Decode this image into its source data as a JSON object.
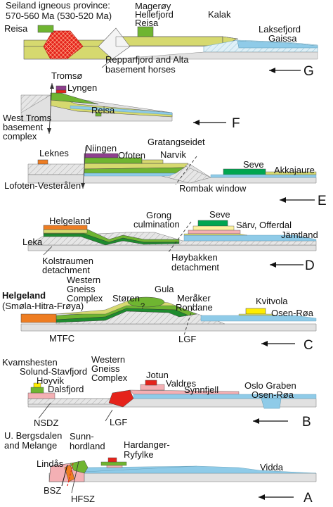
{
  "colors": {
    "basement_grey": "#e1e1e1",
    "allochthon_yellow": "#d6d96f",
    "green": "#6fb531",
    "dark_green": "#1e8b2e",
    "orange": "#ee7d22",
    "red": "#e5231b",
    "purple": "#8f3f8e",
    "pink": "#f4b0b4",
    "light_blue": "#8fcbe8",
    "cream": "#fdf2a0",
    "seve_green": "#00a651",
    "kvitvola_yellow": "#ffed00"
  },
  "sections": [
    {
      "id": "G",
      "letter": "G",
      "labels": {
        "reisa": "Reisa",
        "seiland_1": "Seiland igneous province:",
        "seiland_2": "570-560 Ma (530-520 Ma)",
        "magerøy_1": "Magerøy",
        "magerøy_2": "Hellefjord",
        "reisa_2": "Reisa",
        "kalak": "Kalak",
        "laksefjord": "Laksefjord",
        "gaissa": "Gaissa",
        "repparfjord_1": "Repparfjord and Alta",
        "repparfjord_2": "basement horses"
      }
    },
    {
      "id": "F",
      "letter": "F",
      "labels": {
        "tromso": "Tromsø",
        "lyngen": "Lyngen",
        "reisa": "Reisa",
        "west_troms_1": "West Troms",
        "west_troms_2": "basement",
        "west_troms_3": "complex"
      }
    },
    {
      "id": "E",
      "letter": "E",
      "labels": {
        "leknes": "Leknes",
        "niingen": "Niingen",
        "ofoten": "Ofoten",
        "gratangseidet": "Gratangseidet",
        "narvik": "Narvik",
        "seve": "Seve",
        "akkajaure": "Akkajaure",
        "lofoten": "Lofoten-Vesterålen",
        "rombak": "Rombak window"
      }
    },
    {
      "id": "D",
      "letter": "D",
      "labels": {
        "grong_1": "Grong",
        "grong_2": "culmination",
        "seve": "Seve",
        "helgeland": "Helgeland",
        "sarv": "Särv, Offerdal",
        "jamtland": "Jämtland",
        "leka": "Leka",
        "kolstraumen_1": "Kolstraumen",
        "kolstraumen_2": "detachment",
        "hoybakken_1": "Høybakken",
        "hoybakken_2": "detachment"
      }
    },
    {
      "id": "C",
      "letter": "C",
      "labels": {
        "western_1": "Western",
        "western_2": "Gneiss",
        "western_3": "Complex",
        "gula": "Gula",
        "storen": "Støren",
        "meraker": "Meråker",
        "helgeland": "Helgeland",
        "smola": "(Smøla-Hitra-Frøya)",
        "rondane": "Rondane",
        "kvitvola": "Kvitvola",
        "osen_roa": "Osen-Røa",
        "question": "?",
        "mtfc": "MTFC",
        "lgf": "LGF"
      }
    },
    {
      "id": "B",
      "letter": "B",
      "labels": {
        "kvamshesten": "Kvamshesten",
        "solund": "Solund-Stavfjord",
        "hoyvik": "Hoyvik",
        "dalsfjord": "Dalsfjord",
        "western_1": "Western",
        "western_2": "Gneiss",
        "western_3": "Complex",
        "jotun": "Jotun",
        "valdres": "Valdres",
        "synnfjell": "Synnfjell",
        "oslo_graben": "Oslo Graben",
        "osen_roa": "Osen-Røa",
        "nsdz": "NSDZ",
        "lgf": "LGF"
      }
    },
    {
      "id": "A",
      "letter": "A",
      "labels": {
        "bergsdalen_1": "U. Bergsdalen",
        "bergsdalen_2": "and Melange",
        "sunnhordland_1": "Sunn-",
        "sunnhordland_2": "hordland",
        "hardanger_1": "Hardanger-",
        "hardanger_2": "Ryfylke",
        "lindas": "Lindås",
        "vidda": "Vidda",
        "bsz": "BSZ",
        "hfsz": "HFSZ"
      }
    }
  ]
}
